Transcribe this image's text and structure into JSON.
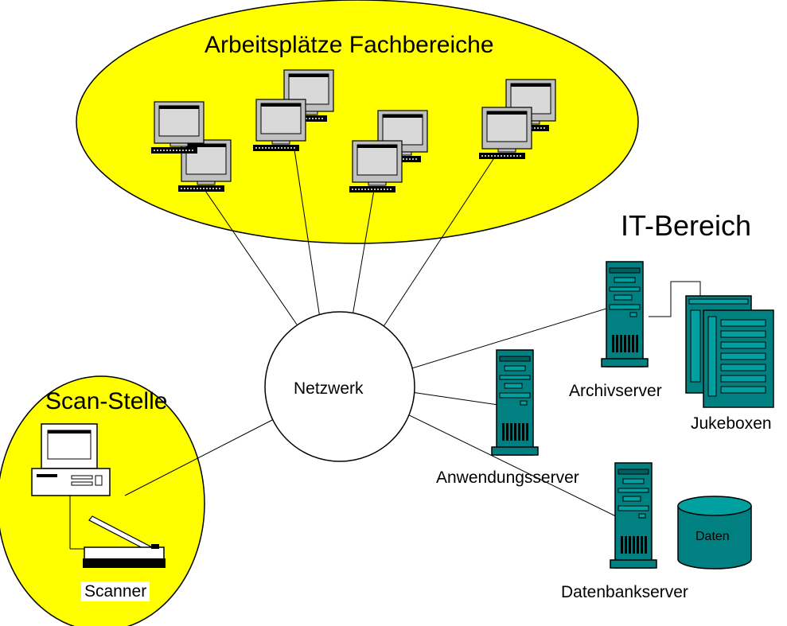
{
  "groups": {
    "workstations_title": "Arbeitsplätze Fachbereiche",
    "scan_title": "Scan-Stelle",
    "it_title": "IT-Bereich"
  },
  "nodes": {
    "network": "Netzwerk",
    "archive_server": "Archivserver",
    "jukeboxes": "Jukeboxen",
    "application_server": "Anwendungsserver",
    "database_server": "Datenbankserver",
    "data_store": "Daten",
    "scanner": "Scanner"
  },
  "colors": {
    "zone_fill": "#ffff00",
    "server_teal": "#008080",
    "monitor_gray": "#c0c0c0",
    "line": "#000000"
  }
}
